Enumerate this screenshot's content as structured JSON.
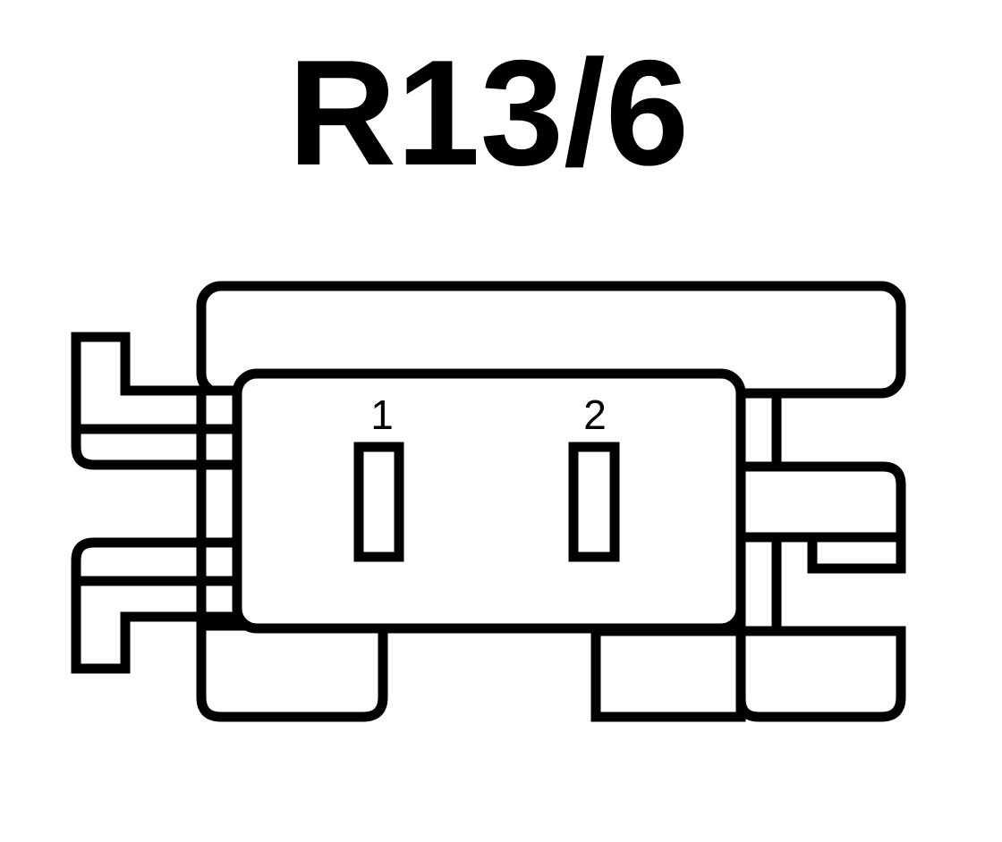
{
  "diagram": {
    "title": "R13/6",
    "pins": [
      {
        "label": "1"
      },
      {
        "label": "2"
      }
    ],
    "colors": {
      "stroke": "#000000",
      "background": "#ffffff"
    }
  }
}
